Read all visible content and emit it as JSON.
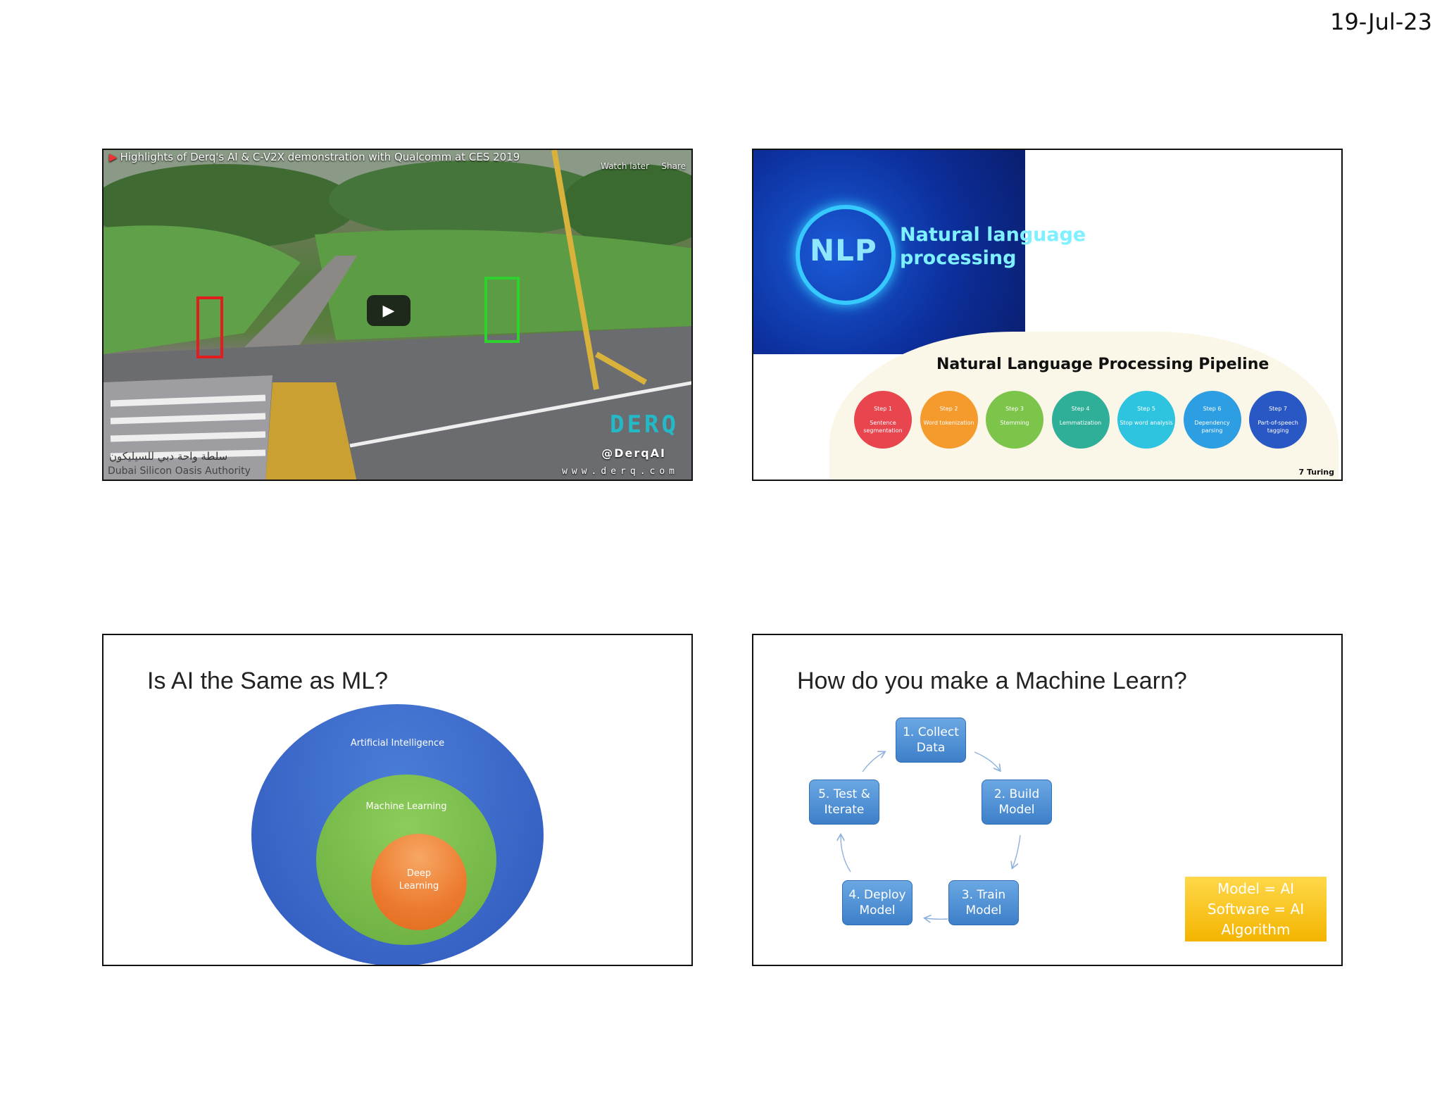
{
  "header": {
    "date": "19-Jul-23"
  },
  "slide1": {
    "video_title": "Highlights of Derq's AI & C-V2X demonstration with Qualcomm at CES 2019",
    "watch_later": "Watch later",
    "share": "Share",
    "watermark_brand": "DERQ",
    "watermark_handle": "@DerqAI",
    "watermark_url": "www.derq.com",
    "logo_arabic": "سلطة واحة دبي للسيليكون",
    "logo_english": "Dubai Silicon Oasis Authority"
  },
  "slide2": {
    "banner_logo": "NLP",
    "banner_text": "Natural language\nprocessing",
    "pipeline_title": "Natural Language Processing Pipeline",
    "steps": [
      {
        "no": "Step 1",
        "label": "Sentence segmentation",
        "color": "#e8454f"
      },
      {
        "no": "Step 2",
        "label": "Word tokenization",
        "color": "#f59a2c"
      },
      {
        "no": "Step 3",
        "label": "Stemming",
        "color": "#7cc44a"
      },
      {
        "no": "Step 4",
        "label": "Lemmatization",
        "color": "#2fae98"
      },
      {
        "no": "Step 5",
        "label": "Stop word analysis",
        "color": "#2ec4e0"
      },
      {
        "no": "Step 6",
        "label": "Dependency parsing",
        "color": "#2e9ee3"
      },
      {
        "no": "Step 7",
        "label": "Part-of-speech tagging",
        "color": "#2957c4"
      }
    ],
    "credit": "Turing"
  },
  "slide3": {
    "title": "Is AI the Same as ML?",
    "outer_label": "Artificial Intelligence",
    "middle_label": "Machine Learning",
    "inner_label": "Deep\nLearning"
  },
  "slide4": {
    "title": "How do you make a Machine Learn?",
    "cycle": [
      "1. Collect\nData",
      "2. Build\nModel",
      "3. Train\nModel",
      "4. Deploy\nModel",
      "5. Test &\nIterate"
    ],
    "note_lines": [
      "Model = AI",
      "Software = AI",
      "Algorithm"
    ]
  }
}
